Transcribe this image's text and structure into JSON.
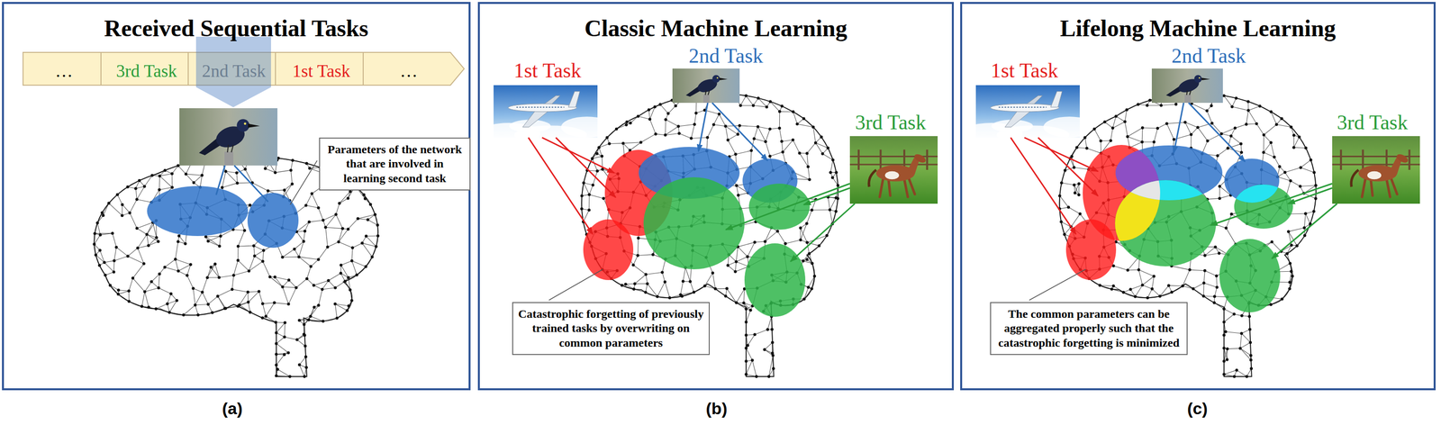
{
  "diagram": {
    "nodes": [
      {
        "text": [
          "Received Sequential Tasks"
        ]
      },
      {
        "text": [
          "…"
        ],
        "in": 0
      },
      {
        "text": [
          "3rd Task"
        ],
        "in": 0
      },
      {
        "text": [
          "2nd Task"
        ],
        "in": 0
      },
      {
        "text": [
          "1st Task"
        ],
        "in": 0
      },
      {
        "text": [
          "…"
        ],
        "in": 0
      },
      {
        "text": [
          "Parameters of the network that are involved in learning second task"
        ],
        "in": 0
      },
      {
        "text": [
          "Classic Machine Learning"
        ]
      },
      {
        "text": [
          "Catastrophic forgetting of previously trained tasks by overwriting on common parameters"
        ],
        "in": 7
      },
      {
        "text": [
          "Lifelong Machine Learning"
        ]
      },
      {
        "text": [
          "The common parameters can be aggregated properly such that the catastrophic forgetting is minimized"
        ],
        "in": 9
      }
    ],
    "labels": [
      "1st Task",
      "2nd Task",
      "3rd Task",
      "1st Task",
      "2nd Task",
      "3rd Task",
      "(a)",
      "(b)",
      "(c)"
    ]
  }
}
